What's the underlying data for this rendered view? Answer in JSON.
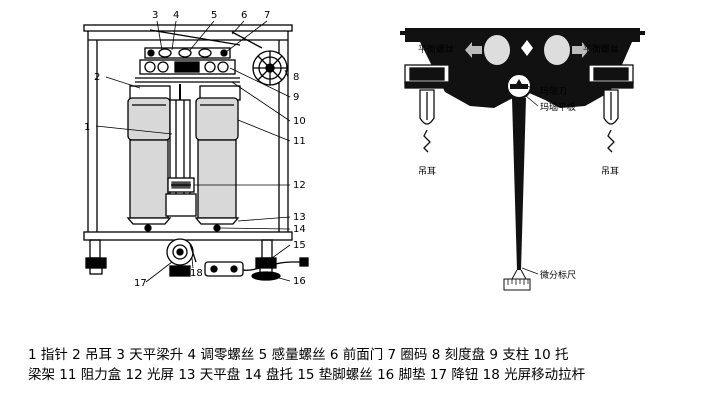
{
  "left_numbers": [
    "1",
    "2",
    "3",
    "4",
    "5",
    "6",
    "7",
    "8",
    "9",
    "10",
    "11",
    "12",
    "13",
    "14",
    "15",
    "16",
    "17",
    "18"
  ],
  "right_labels": {
    "balance_screw_left": "平衡螺丝",
    "balance_screw_right": "平衡螺丝",
    "agate_knife": "玛瑙刀",
    "agate_plate": "玛瑙平板",
    "stirrup_left": "吊耳",
    "stirrup_right": "吊耳",
    "micro_scale": "微分标尺"
  },
  "caption": {
    "line1": "1 指针   2 吊耳   3 天平梁升   4 调零螺丝   5 感量螺丝   6 前面门   7 圈码   8 刻度盘   9 支柱   10 托",
    "line2": "梁架   11 阻力盒   12 光屏   13 天平盘   14 盘托   15 垫脚螺丝   16 脚垫   17 降钮   18 光屏移动拉杆"
  }
}
